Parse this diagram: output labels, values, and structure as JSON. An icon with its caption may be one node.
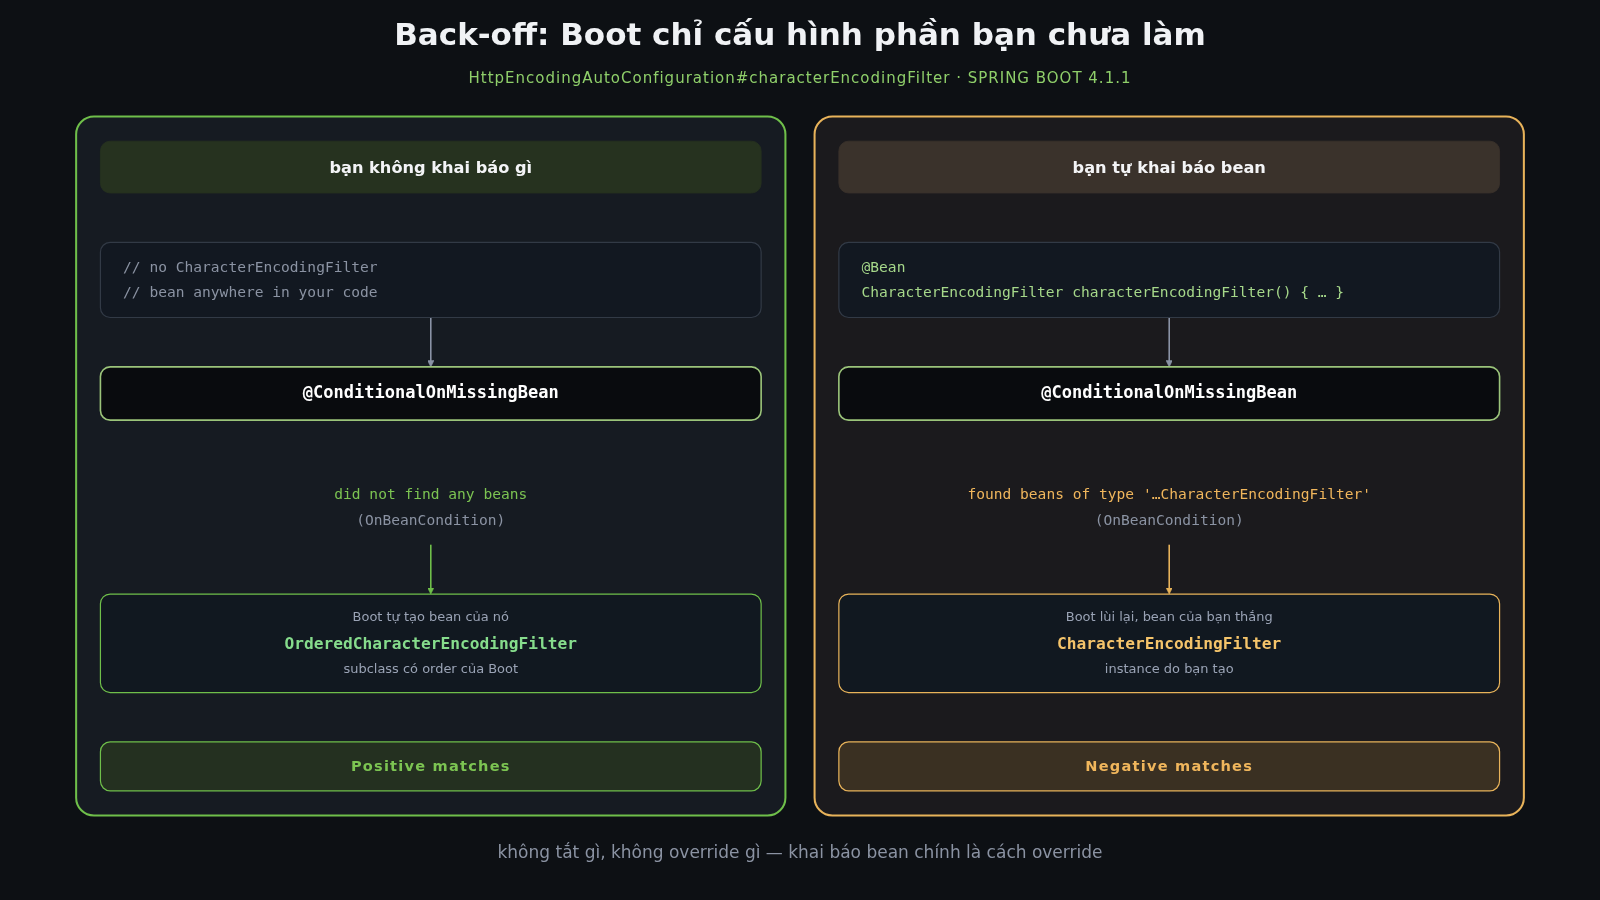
{
  "diagram": {
    "title": "Back-off: Boot chỉ cấu hình phần bạn chưa làm",
    "caption": "không tắt gì, không override gì — khai báo bean chính là cách override",
    "labels": [
      "HttpEncodingAutoConfiguration#characterEncodingFilter · SPRING BOOT 4.1.1"
    ],
    "nodes": [
      {
        "text": [],
        "shape": "box"
      },
      {
        "text": [
          "bạn không khai báo gì"
        ],
        "in": 0
      },
      {
        "text": [
          "// no CharacterEncodingFilter",
          "// bean anywhere in your code"
        ],
        "in": 0
      },
      {
        "text": [
          "@ConditionalOnMissingBean"
        ],
        "in": 0
      },
      {
        "text": [
          "did not find any beans",
          "(OnBeanCondition)"
        ],
        "in": 0
      },
      {
        "text": [
          "Boot tự tạo bean của nó",
          "OrderedCharacterEncodingFilter",
          "subclass có order của Boot"
        ],
        "in": 0
      },
      {
        "text": [
          "Positive matches"
        ],
        "in": 0
      },
      {
        "text": [],
        "shape": "box"
      },
      {
        "text": [
          "bạn tự khai báo bean"
        ],
        "in": 7
      },
      {
        "text": [
          "@Bean",
          "CharacterEncodingFilter characterEncodingFilter() { … }"
        ],
        "in": 7
      },
      {
        "text": [
          "@ConditionalOnMissingBean"
        ],
        "in": 7
      },
      {
        "text": [
          "found beans of type '…CharacterEncodingFilter'",
          "(OnBeanCondition)"
        ],
        "in": 7
      },
      {
        "text": [
          "Boot lùi lại, bean của bạn thắng",
          "CharacterEncodingFilter",
          "instance do bạn tạo"
        ],
        "in": 7
      },
      {
        "text": [
          "Negative matches"
        ],
        "in": 7
      }
    ],
    "edges": [
      {
        "from": 2,
        "to": 3,
        "arrow": "to"
      },
      {
        "from": 4,
        "to": 5,
        "arrow": "to",
        "color": "#6fbf4a"
      },
      {
        "from": 9,
        "to": 10,
        "arrow": "to"
      },
      {
        "from": 11,
        "to": 12,
        "arrow": "to",
        "color": "#e8b35a"
      }
    ]
  }
}
